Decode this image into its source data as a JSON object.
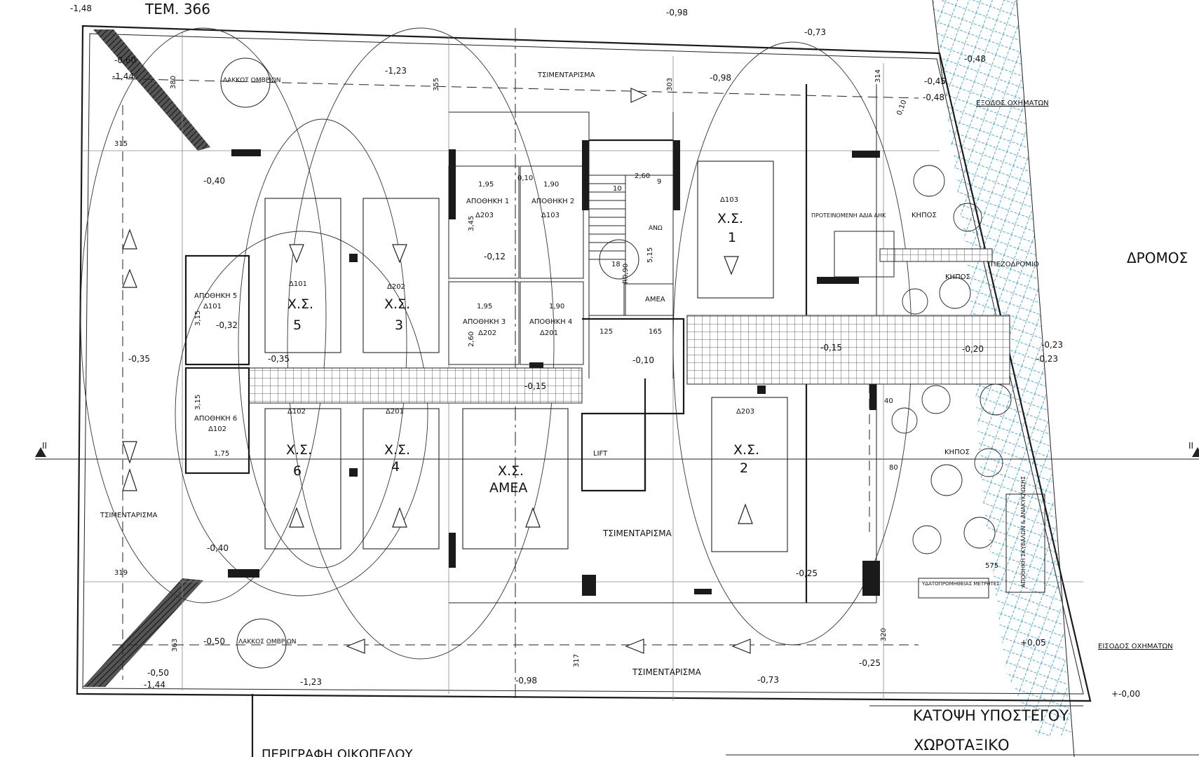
{
  "plan": {
    "lot_label": "ΤΕΜ. 366",
    "title": "ΚΑΤΟΨΗ ΥΠΟΣΤΕΓΟΥ",
    "subtitle": "ΧΩΡΟΤΑΞΙΚΟ",
    "bottom_note": "ΠΕΡΙΓΡΑΦΗ ΟΙΚΟΠΕΔΟΥ"
  },
  "street": {
    "road": "ΔΡΟΜΟΣ",
    "sidewalk": "ΠΕΖΟΔΡΟΜΙΟ",
    "exit": "ΕΞΟΔΟΣ ΟΧΗΜΑΤΩΝ",
    "entrance": "ΕΙΣΟΔΟΣ ΟΧΗΜΑΤΩΝ"
  },
  "areas": {
    "concrete": "ΤΣΙΜΕΝΤΑΡΙΣΜΑ",
    "garden": "ΚΗΠΟΣ",
    "rain_pit": "ΛΑΚΚΟΣ ΟΜΒΡΙΩΝ",
    "lift": "LIFT",
    "disabled": "ΑΜΕΑ",
    "up": "ΑΝΩ",
    "bins": "ΑΠΟΘΗΚΗ ΣΚΥΒΑΛΩΝ & ΑΝΑΚΥΚΛΩΣΗΣ",
    "meters": "ΥΔΑΤΟΠΡΟΜΗΘΕΙΑΣ ΜΕΤΡΗΤΕΣ",
    "transformer": "ΠΡΟΤΕΙΝΟΜΕΝΗ ΑΔΙΑ ΑΗΚ"
  },
  "parking": [
    {
      "id": "Δ101",
      "code": "Χ.Σ.",
      "num": "5"
    },
    {
      "id": "Δ202",
      "code": "Χ.Σ.",
      "num": "3"
    },
    {
      "id": "Δ102",
      "code": "Χ.Σ.",
      "num": "6"
    },
    {
      "id": "Δ201",
      "code": "Χ.Σ.",
      "num": "4"
    },
    {
      "id": "",
      "code": "Χ.Σ.",
      "num": "ΑΜΕΑ"
    },
    {
      "id": "Δ103",
      "code": "Χ.Σ.",
      "num": "1"
    },
    {
      "id": "Δ203",
      "code": "Χ.Σ.",
      "num": "2"
    }
  ],
  "storage": [
    {
      "name": "ΑΠΟΘΗΚΗ 1",
      "unit": "Δ203"
    },
    {
      "name": "ΑΠΟΘΗΚΗ 2",
      "unit": "Δ103"
    },
    {
      "name": "ΑΠΟΘΗΚΗ 3",
      "unit": "Δ202"
    },
    {
      "name": "ΑΠΟΘΗΚΗ 4",
      "unit": "Δ201"
    },
    {
      "name": "ΑΠΟΘΗΚΗ 5",
      "unit": "Δ101"
    },
    {
      "name": "ΑΠΟΘΗΚΗ 6",
      "unit": "Δ102"
    }
  ],
  "levels": [
    "-1,48",
    "-0,98",
    "-0,73",
    "-0,48",
    "-0,45",
    "-0,48",
    "-1,23",
    "-0,98",
    "-0,60",
    "-1,44",
    "-0,40",
    "-0,32",
    "-0,35",
    "-0,35",
    "-0,12",
    "-0,15",
    "-0,10",
    "-0,15",
    "-0,20",
    "-0,23",
    "-0,23",
    "-0,40",
    "-0,25",
    "-0,50",
    "-1,44",
    "-0,50",
    "-1,23",
    "-0,98",
    "-0,73",
    "-0,25",
    "+0,05",
    "+-0,00"
  ],
  "dims": [
    "380",
    "355",
    "303",
    "314",
    "315",
    "319",
    "363",
    "317",
    "320",
    "1,95",
    "1,90",
    "1,95",
    "1,90",
    "3,45",
    "3,15",
    "3,15",
    "1,75",
    "2,60",
    "2,60",
    "0,10",
    "10",
    "9",
    "18",
    "R0,90",
    "5,15",
    "125",
    "165",
    "40",
    "80",
    "575",
    "0,10"
  ],
  "section_mark": "II"
}
